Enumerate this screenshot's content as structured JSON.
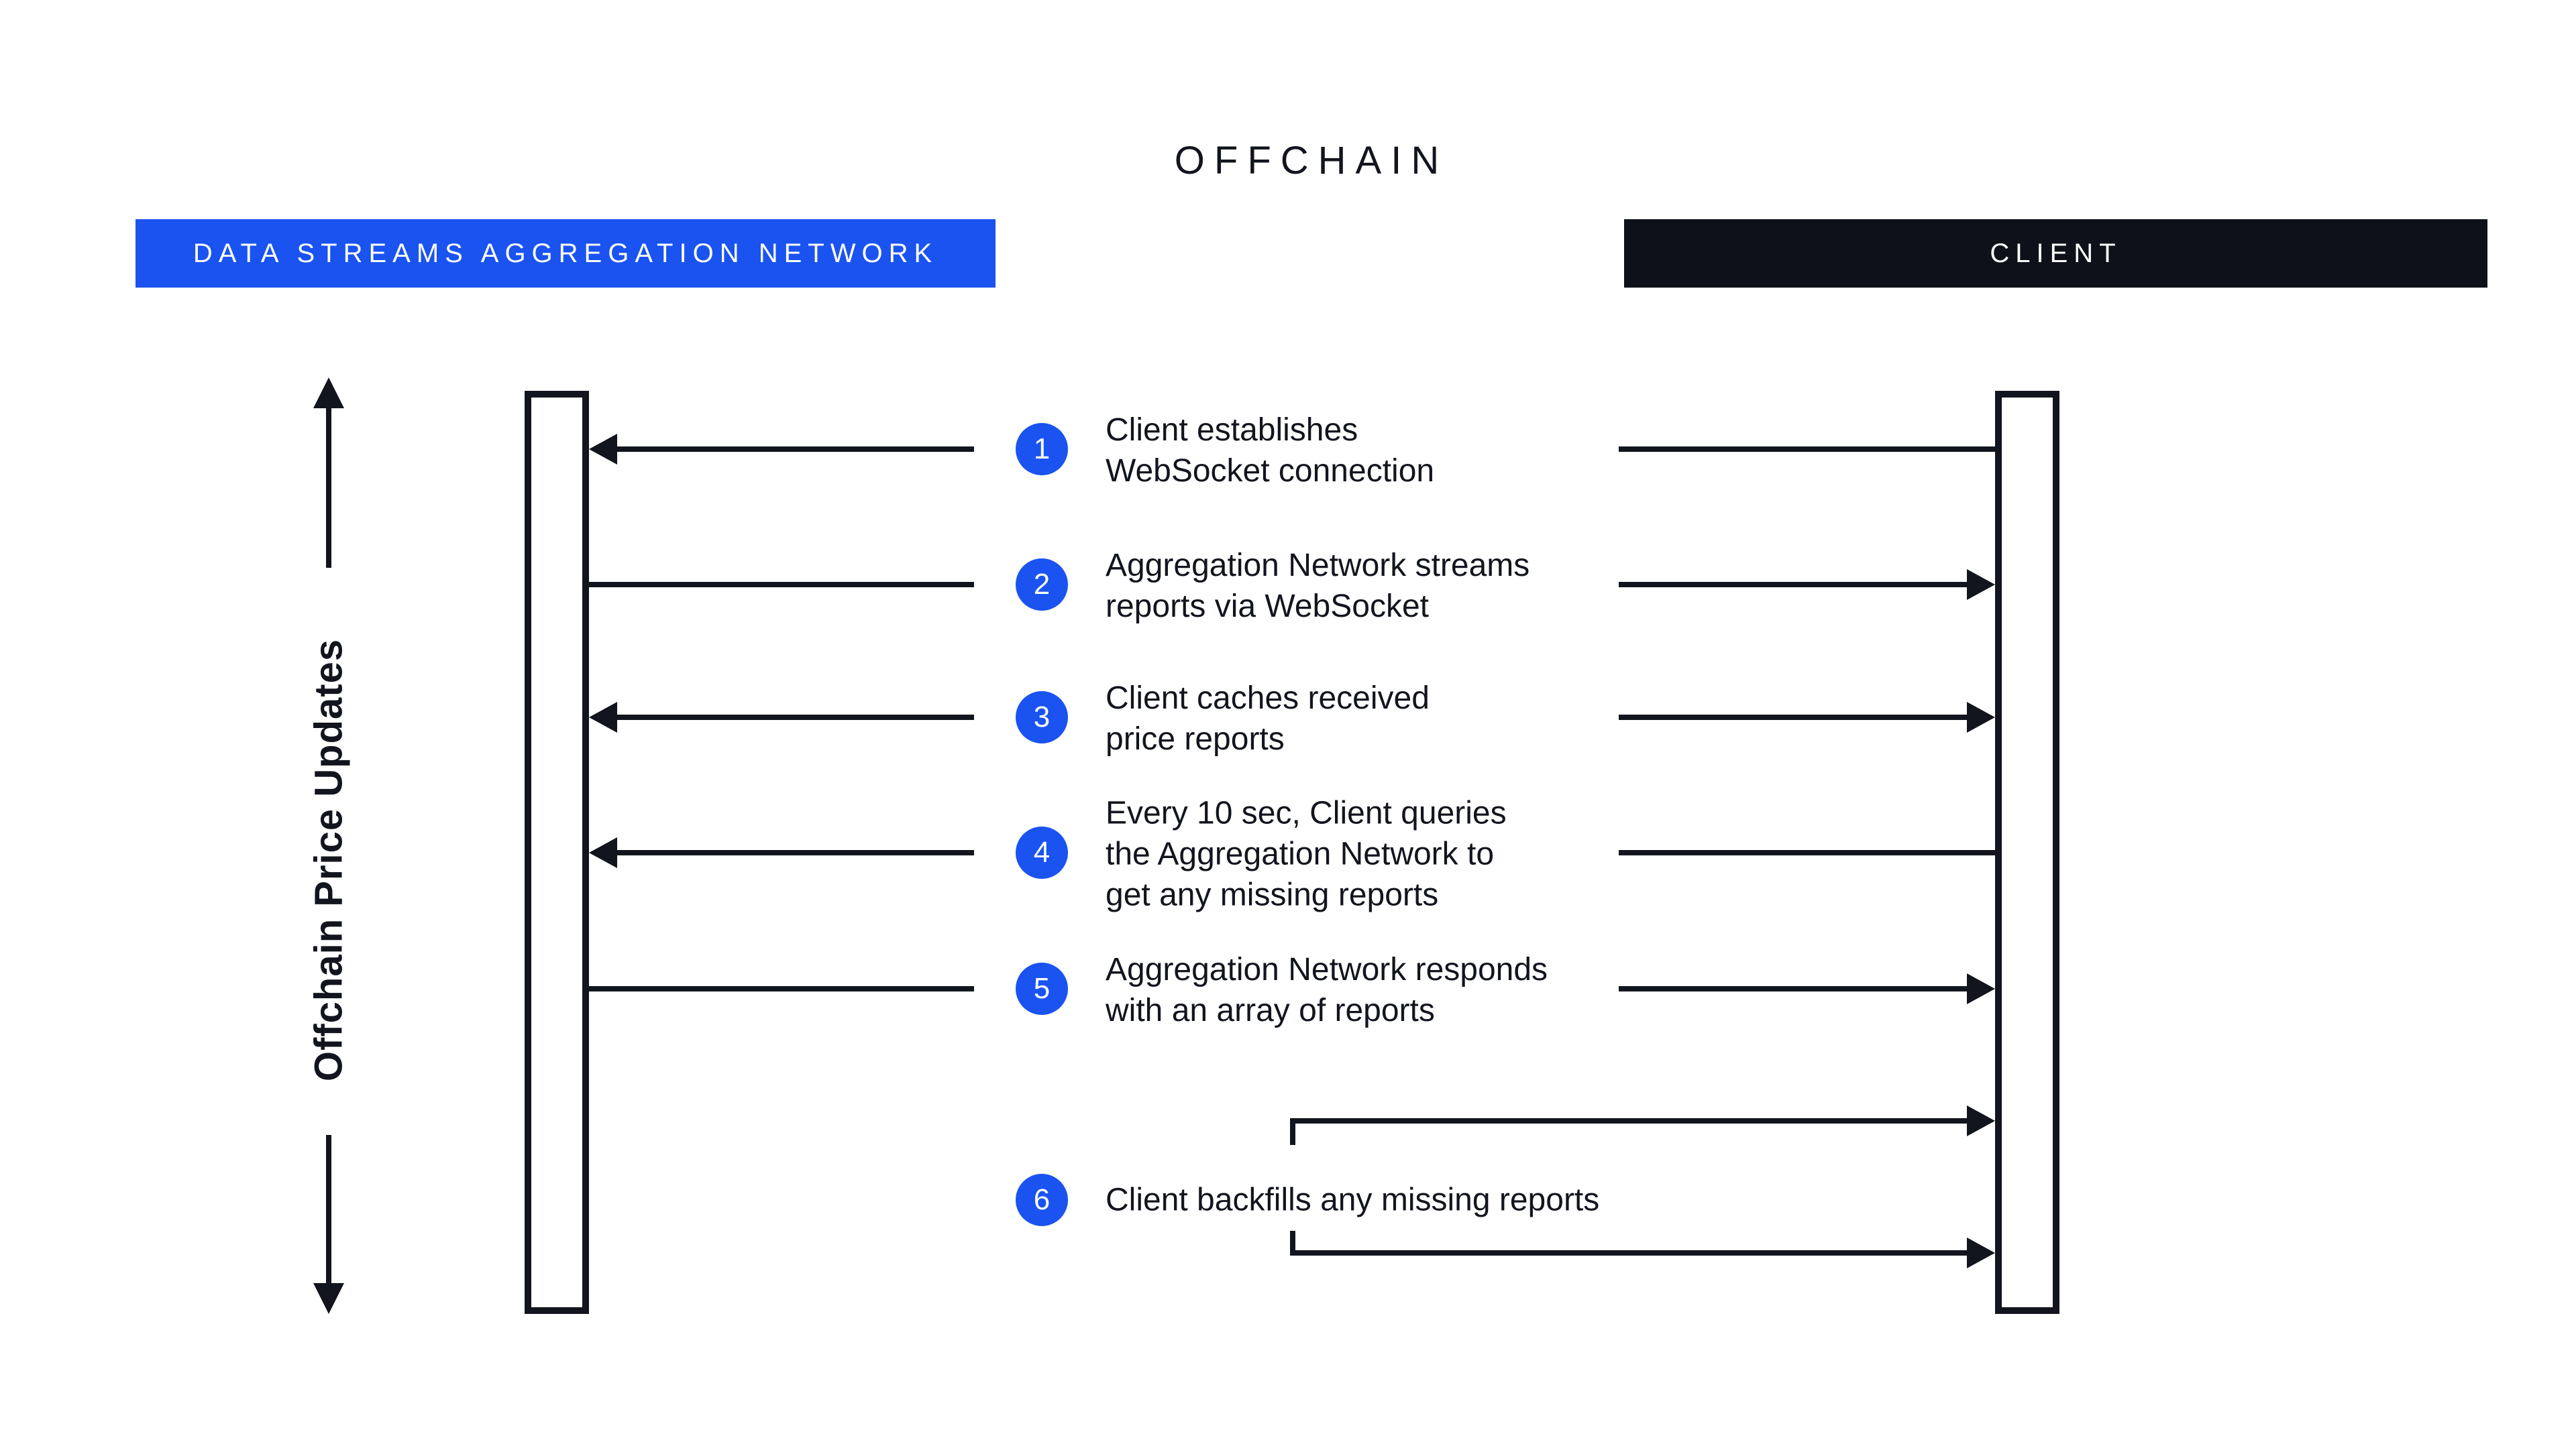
{
  "title": "OFFCHAIN",
  "colors": {
    "background": "#ffffff",
    "ink": "#12151e",
    "blue": "#1a53f0",
    "client_banner_dark": "#0e111a",
    "text_on_banner": "#ffffff"
  },
  "participants": [
    {
      "id": "aggregation-network",
      "label": "DATA STREAMS AGGREGATION NETWORK",
      "banner_color": "#1a53f0"
    },
    {
      "id": "client",
      "label": "CLIENT",
      "banner_color": "#0e111a"
    }
  ],
  "axis": {
    "label": "Offchain Price Updates",
    "orientation": "vertical",
    "arrows": "up-and-down"
  },
  "steps": [
    {
      "number": "1",
      "text": "Client establishes\nWebSocket connection",
      "left_end": "arrowhead-into-network",
      "right_end": "plain-line"
    },
    {
      "number": "2",
      "text": "Aggregation Network streams\nreports via WebSocket",
      "left_end": "plain-line",
      "right_end": "arrowhead-into-client"
    },
    {
      "number": "3",
      "text": "Client caches received\nprice reports",
      "left_end": "arrowhead-into-network",
      "right_end": "arrowhead-into-client"
    },
    {
      "number": "4",
      "text": "Every 10 sec, Client queries\nthe Aggregation Network to\nget any missing reports",
      "left_end": "arrowhead-into-network",
      "right_end": "plain-line"
    },
    {
      "number": "5",
      "text": "Aggregation Network responds\nwith an array of reports",
      "left_end": "plain-line",
      "right_end": "arrowhead-into-client"
    },
    {
      "number": "6",
      "text": "Client backfills any missing reports",
      "left_end": "none",
      "right_end": "double-arrowhead-bracket-into-client"
    }
  ]
}
